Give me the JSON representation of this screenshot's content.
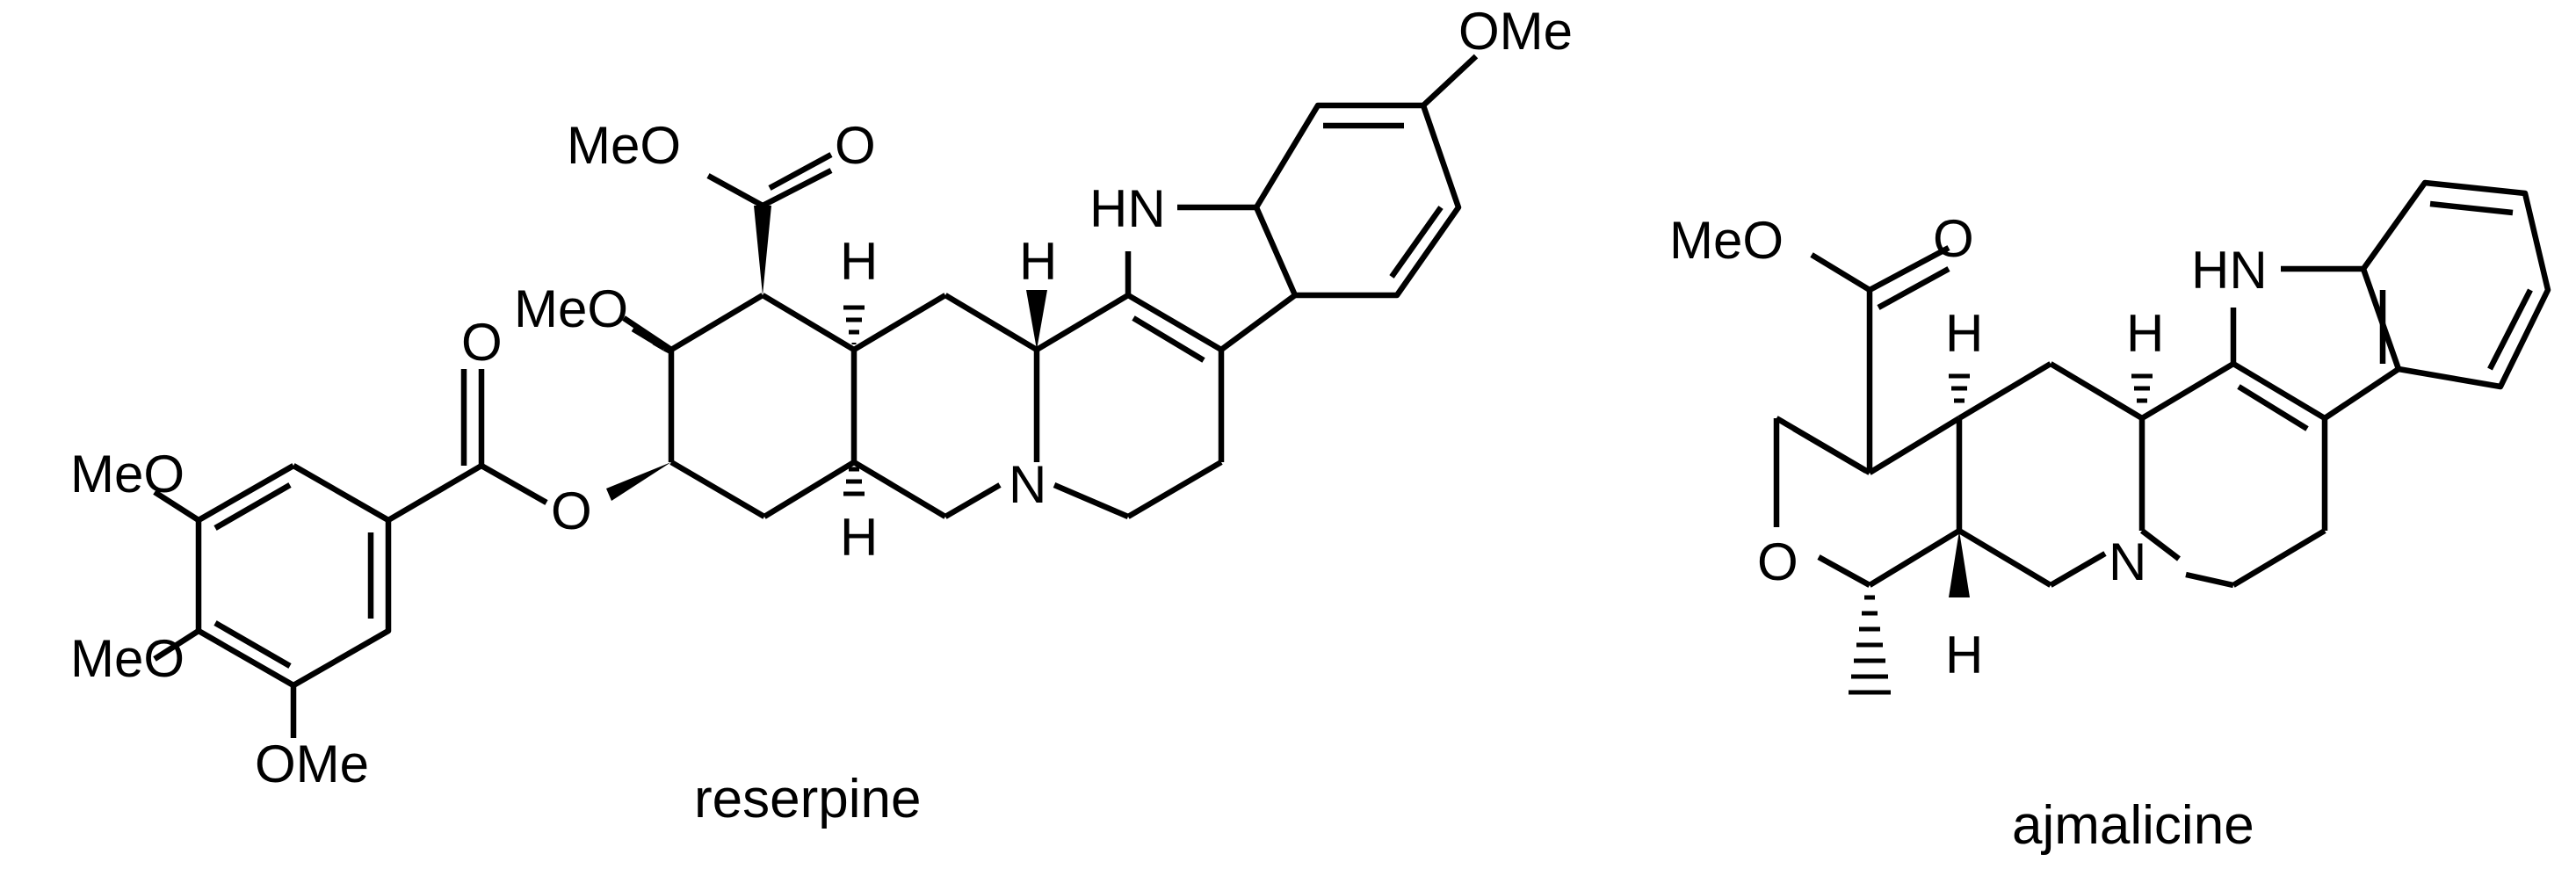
{
  "molecules": [
    {
      "caption": "reserpine",
      "labels": {
        "meo_ester": "MeO",
        "o_ester": "O",
        "meo_ring": "MeO",
        "ome_ar": "OMe",
        "nh": "HN",
        "h_top_1": "H",
        "h_top_2": "H",
        "h_bottom": "H",
        "n": "N",
        "o_link": "O",
        "o_carbonyl": "O",
        "meo_aryl_1": "MeO",
        "meo_aryl_2": "MeO",
        "ome_aryl_3": "OMe"
      }
    },
    {
      "caption": "ajmalicine",
      "labels": {
        "meo_ester": "MeO",
        "o_ester": "O",
        "nh": "HN",
        "h_top_1": "H",
        "h_top_2": "H",
        "h_bottom": "H",
        "n": "N",
        "o_ring": "O"
      }
    }
  ]
}
